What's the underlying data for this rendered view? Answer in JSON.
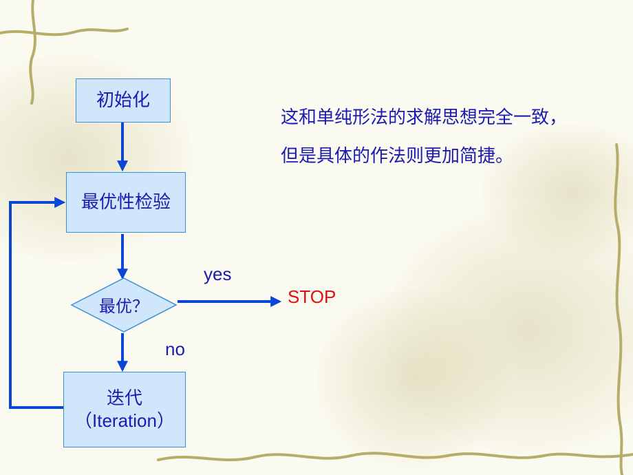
{
  "flowchart": {
    "init": "初始化",
    "check": "最优性检验",
    "decision": "最优？",
    "iterate_line1": "迭代",
    "iterate_line2": "（Iteration）"
  },
  "edges": {
    "yes": "yes",
    "no": "no",
    "stop": "STOP"
  },
  "note": {
    "line1": "这和单纯形法的求解思想完全一致，",
    "line2": "但是具体的作法则更加简捷。"
  },
  "colors": {
    "arrow": "#0a46d6",
    "node_fill": "#cfe6fb",
    "node_border": "#3b8fd9",
    "text": "#1b1bb0",
    "stop": "#e01010",
    "vine": "#b7ad6a"
  }
}
